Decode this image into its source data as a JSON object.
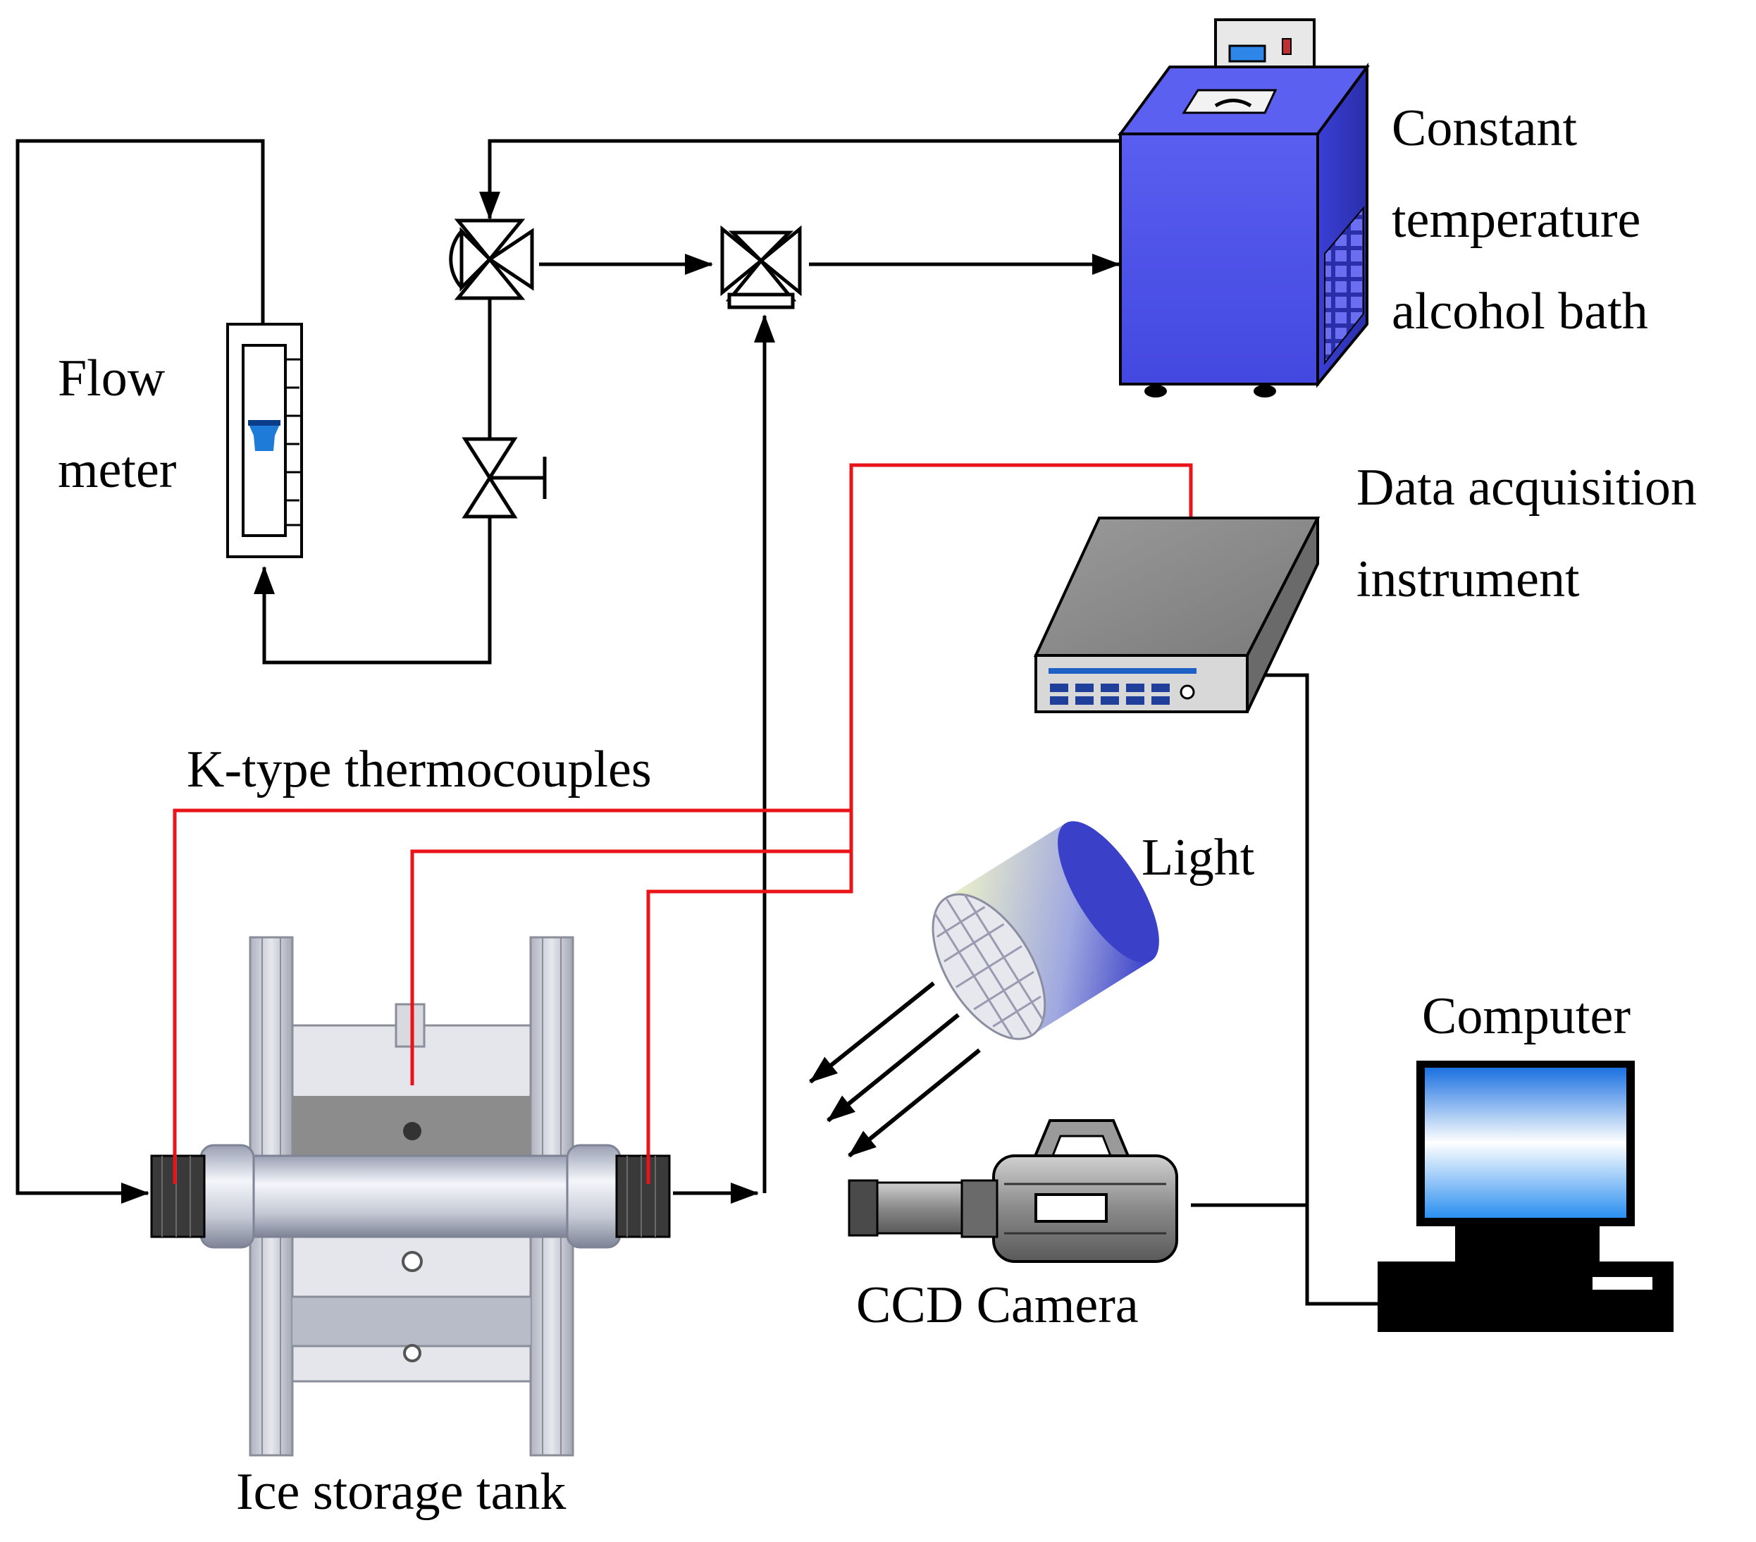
{
  "labels": {
    "constant_bath": [
      "Constant",
      "temperature",
      "alcohol bath"
    ],
    "flow_meter": [
      "Flow",
      "meter"
    ],
    "data_acquisition": [
      "Data acquisition",
      "instrument"
    ],
    "thermocouples": "K-type thermocouples",
    "light": "Light",
    "computer": "Computer",
    "ccd_camera": "CCD Camera",
    "ice_tank": "Ice storage tank"
  },
  "colors": {
    "pipe": "#000000",
    "thermocouple_wire": "#e8141a",
    "bath_body": "#4b4fe6",
    "screen": "#2e86e8",
    "device_grey": "#8a8a8a"
  },
  "icons": [
    "three-way-valve-icon",
    "shutoff-valve-icon",
    "flow-meter-icon",
    "bath-icon",
    "daq-icon",
    "light-icon",
    "camera-icon",
    "computer-icon",
    "tank-icon"
  ]
}
